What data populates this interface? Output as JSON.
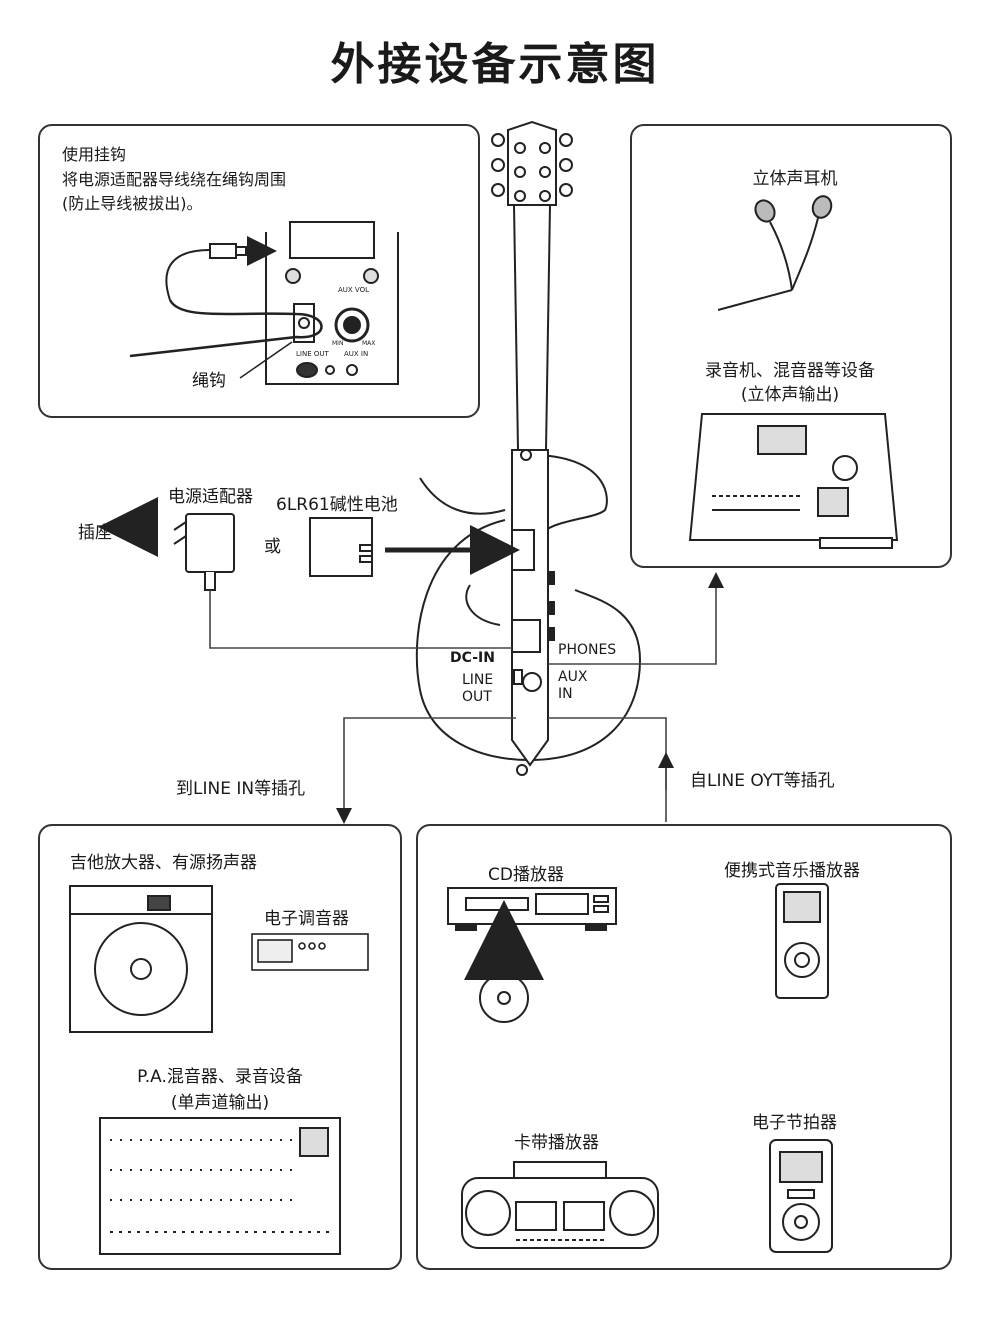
{
  "title": "外接设备示意图",
  "strap_box": {
    "line1": "使用挂钩",
    "line2": "将电源适配器导线绕在绳钩周围",
    "line3": "(防止导线被拔出)。",
    "hook_label": "绳钩",
    "aux_vol": "AUX VOL",
    "line_out": "LINE OUT",
    "aux_in": "AUX IN",
    "min": "MIN",
    "max": "MAX"
  },
  "power": {
    "adapter": "电源适配器",
    "battery": "6LR61碱性电池",
    "or": "或",
    "outlet": "插座"
  },
  "guitar_jacks": {
    "dc_in": "DC-IN",
    "line_out": [
      "LINE",
      "OUT"
    ],
    "phones": "PHONES",
    "aux_in": [
      "AUX",
      "IN"
    ]
  },
  "right_box": {
    "headphones": "立体声耳机",
    "recorder_line1": "录音机、混音器等设备",
    "recorder_line2": "(立体声输出)"
  },
  "arrows": {
    "to_line_in": "到LINE IN等插孔",
    "from_line_out": "自LINE OYT等插孔"
  },
  "bottom_left": {
    "amp": "吉他放大器、有源扬声器",
    "tuner": "电子调音器",
    "pa_line1": "P.A.混音器、录音设备",
    "pa_line2": "(单声道输出)"
  },
  "bottom_right": {
    "cd": "CD播放器",
    "portable": "便携式音乐播放器",
    "cassette": "卡带播放器",
    "metronome": "电子节拍器"
  }
}
